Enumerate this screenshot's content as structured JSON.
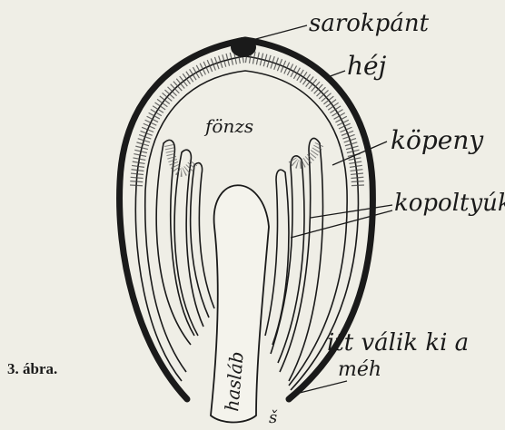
{
  "figure": {
    "caption": "3. ábra.",
    "labels": {
      "sarokpant": "sarokpánt",
      "hej": "héj",
      "fonzs": "fönzs",
      "kopeny": "köpeny",
      "kopoltyuk": "kopoltyúk",
      "itt_valik_line1": "itt válik ki a",
      "itt_valik_line2": "méh",
      "haslab": "hasláb",
      "bottom_mark": "š"
    }
  }
}
